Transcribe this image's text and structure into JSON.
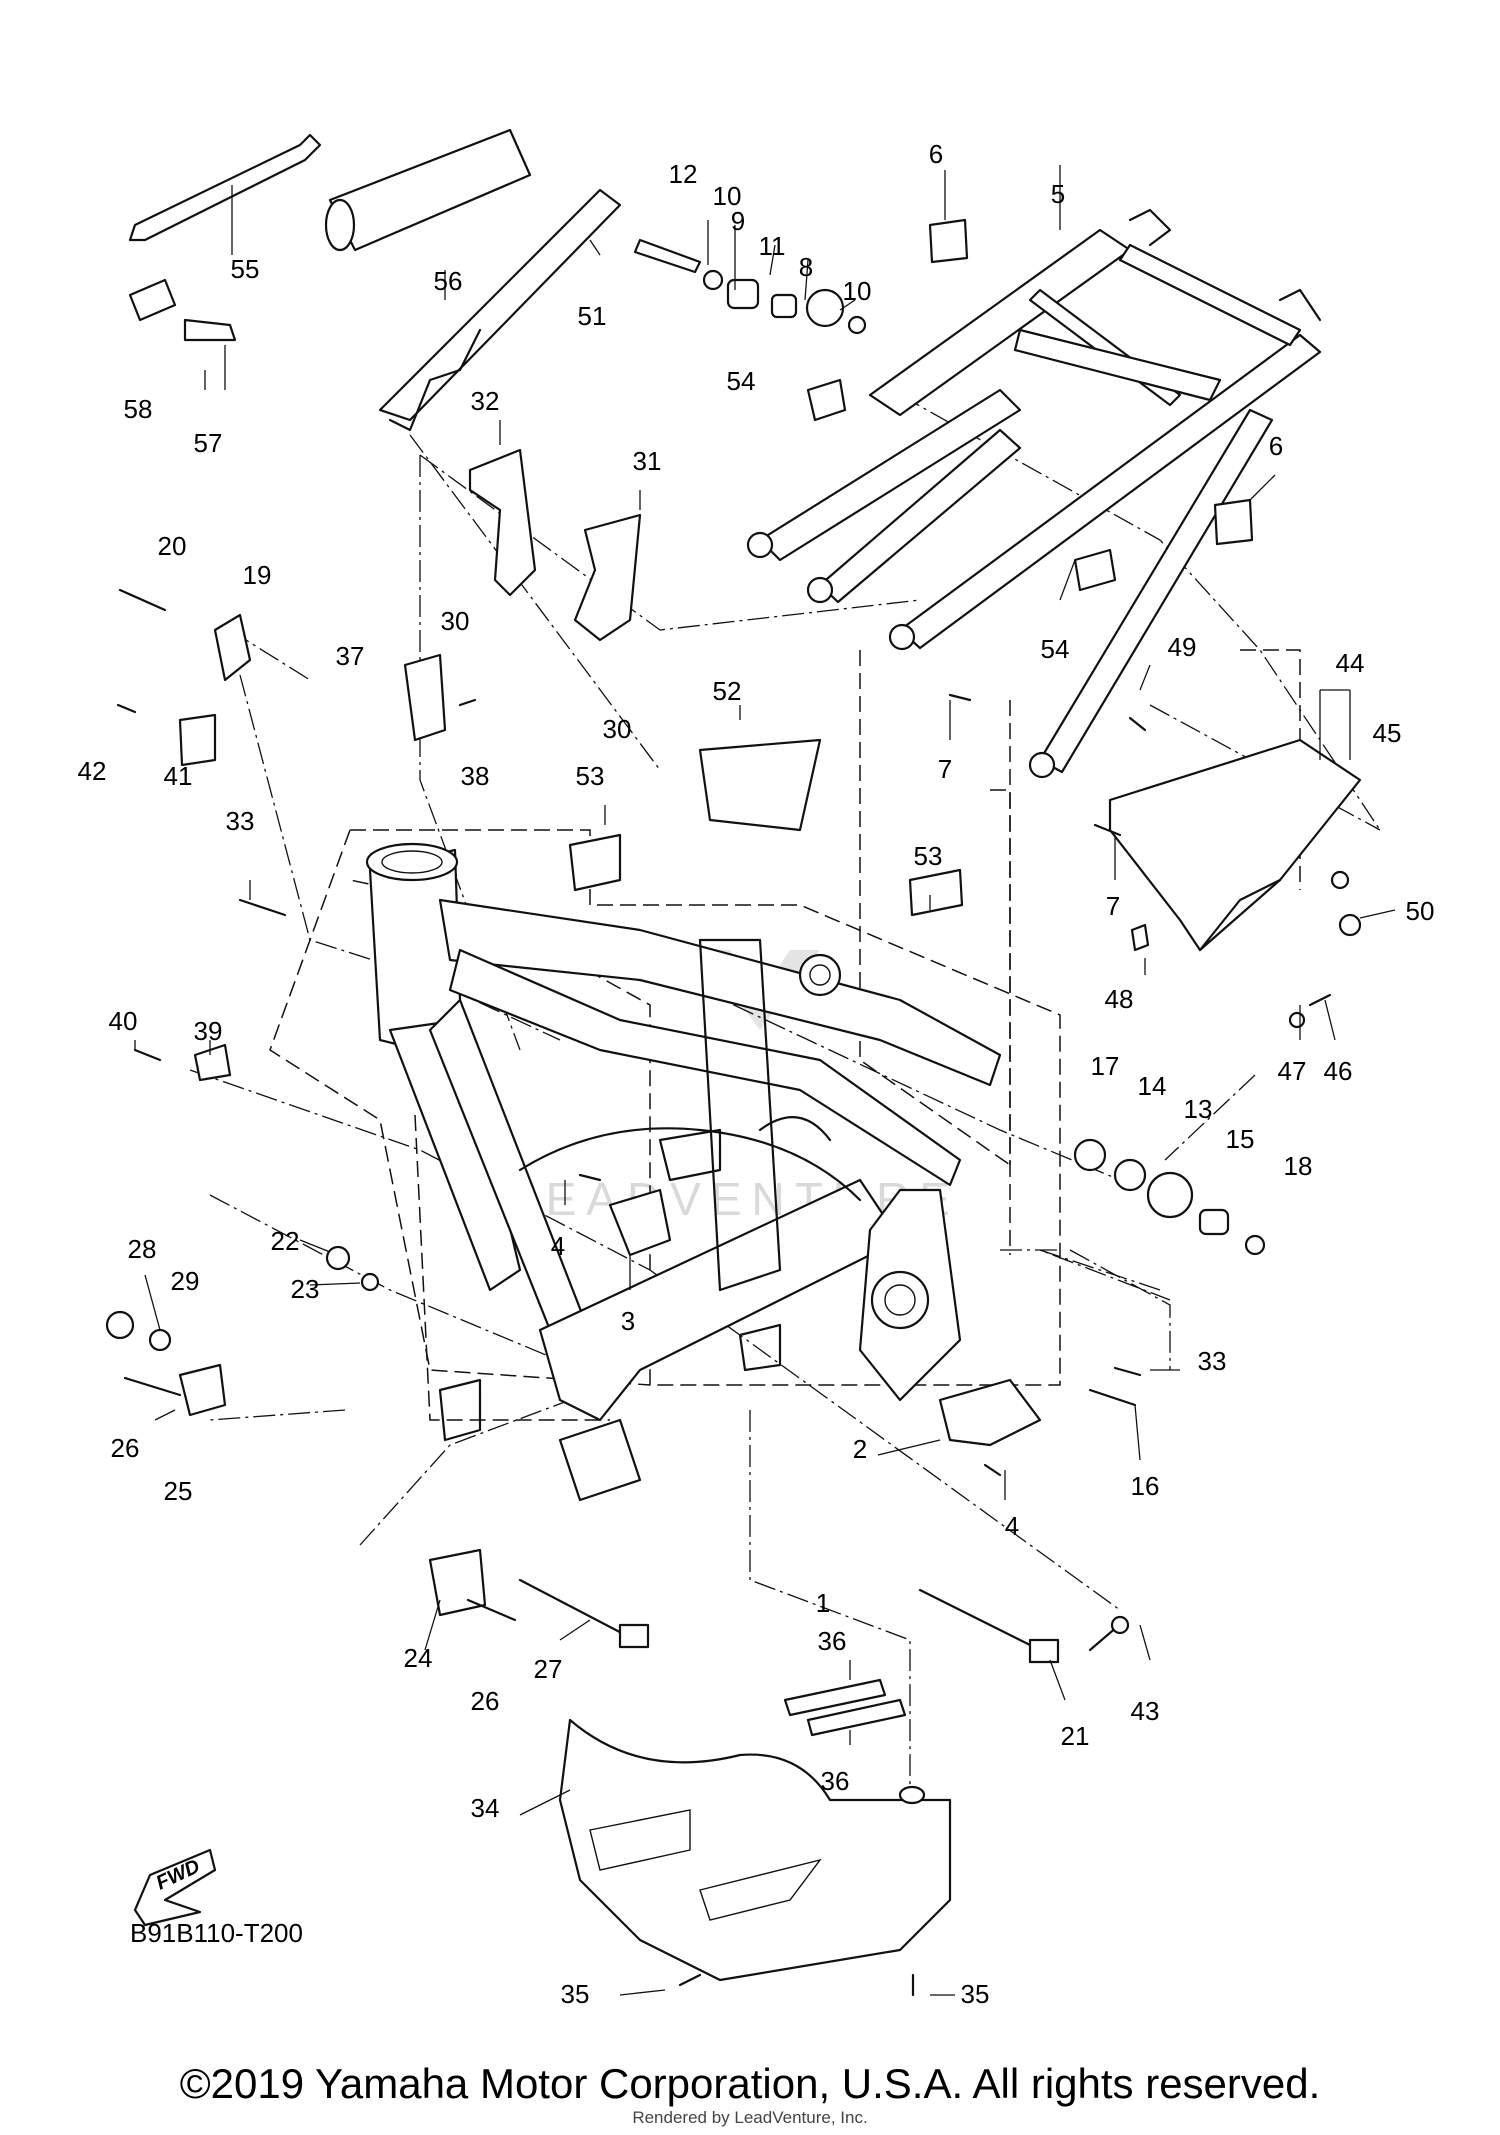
{
  "diagram": {
    "callouts": [
      "12",
      "10",
      "9",
      "11",
      "8",
      "10",
      "6",
      "5",
      "55",
      "56",
      "51",
      "58",
      "57",
      "54",
      "32",
      "31",
      "6",
      "20",
      "19",
      "30",
      "30",
      "54",
      "49",
      "44",
      "45",
      "37",
      "38",
      "42",
      "41",
      "52",
      "53",
      "53",
      "33",
      "50",
      "48",
      "40",
      "39",
      "17",
      "14",
      "13",
      "15",
      "18",
      "47",
      "46",
      "7",
      "7",
      "4",
      "3",
      "28",
      "29",
      "22",
      "23",
      "26",
      "25",
      "2",
      "33",
      "16",
      "4",
      "1",
      "24",
      "26",
      "27",
      "21",
      "43",
      "36",
      "36",
      "34",
      "35",
      "35"
    ],
    "fwd_label": "FWD",
    "diagram_code": "B91B110-T200",
    "watermark": "LEADVENTURE"
  },
  "footer": {
    "copyright": "©2019 Yamaha Motor Corporation, U.S.A. All rights reserved.",
    "rendered_by": "Rendered by LeadVenture, Inc."
  }
}
